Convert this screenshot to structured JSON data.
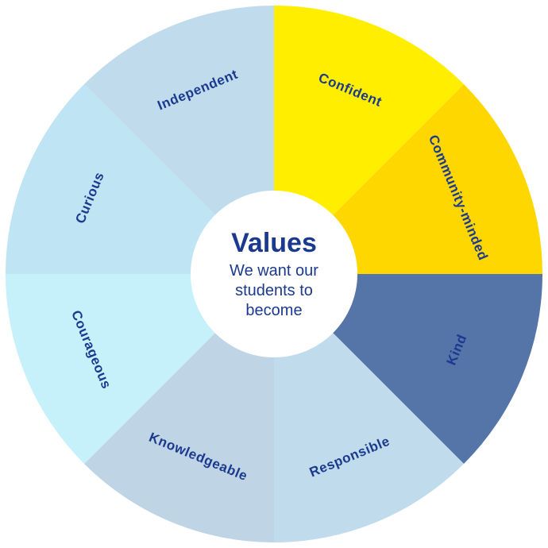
{
  "colors": {
    "text": "#1b3a8f",
    "center_fill": "#ffffff"
  },
  "center": {
    "title": "Values",
    "subtitle_lines": [
      "We want our",
      "students to",
      "become"
    ]
  },
  "segments": [
    {
      "label": "Confident",
      "color": "#ffee00"
    },
    {
      "label": "Community-minded",
      "color": "#ffd700"
    },
    {
      "label": "Kind",
      "color": "#5574a8"
    },
    {
      "label": "Responsible",
      "color": "#c0dcec"
    },
    {
      "label": "Knowledgeable",
      "color": "#bfd4e5"
    },
    {
      "label": "Courageous",
      "color": "#c6f0fa"
    },
    {
      "label": "Curious",
      "color": "#bfe4f4"
    },
    {
      "label": "Independent",
      "color": "#c0dcec"
    }
  ]
}
